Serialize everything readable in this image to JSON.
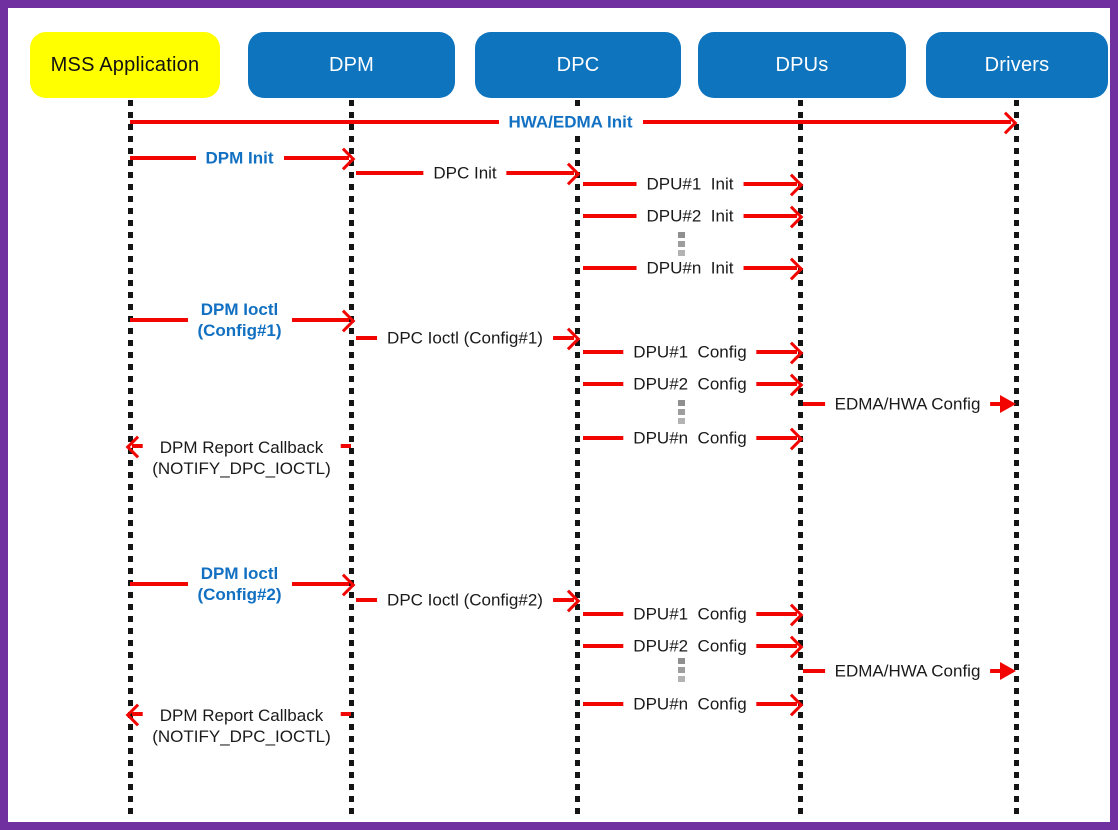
{
  "actors": [
    {
      "label": "MSS Application"
    },
    {
      "label": "DPM"
    },
    {
      "label": "DPC"
    },
    {
      "label": "DPUs"
    },
    {
      "label": "Drivers"
    }
  ],
  "messages": [
    {
      "label": "HWA/EDMA Init"
    },
    {
      "label": "DPM Init"
    },
    {
      "label": "DPC Init"
    },
    {
      "label": "DPU#1  Init"
    },
    {
      "label": "DPU#2  Init"
    },
    {
      "label": "DPU#n  Init"
    },
    {
      "label": "DPM Ioctl",
      "label2": "(Config#1)"
    },
    {
      "label": "DPC Ioctl (Config#1)"
    },
    {
      "label": "DPU#1  Config"
    },
    {
      "label": "DPU#2  Config"
    },
    {
      "label": "EDMA/HWA Config"
    },
    {
      "label": "DPU#n  Config"
    },
    {
      "label": "DPM Report Callback",
      "label2": "(NOTIFY_DPC_IOCTL)"
    },
    {
      "label": "DPM Ioctl",
      "label2": "(Config#2)"
    },
    {
      "label": "DPC Ioctl (Config#2)"
    },
    {
      "label": "DPU#1  Config"
    },
    {
      "label": "DPU#2  Config"
    },
    {
      "label": "EDMA/HWA Config"
    },
    {
      "label": "DPU#n  Config"
    },
    {
      "label": "DPM Report Callback",
      "label2": "(NOTIFY_DPC_IOCTL)"
    }
  ],
  "colors": {
    "arrow_red": "#f20500",
    "emphasis_blue": "#1270c2",
    "actor_blue": "#0e74be",
    "actor_yellow": "#ffff00",
    "frame_purple": "#7030a0",
    "lifeline_black": "#141414"
  }
}
